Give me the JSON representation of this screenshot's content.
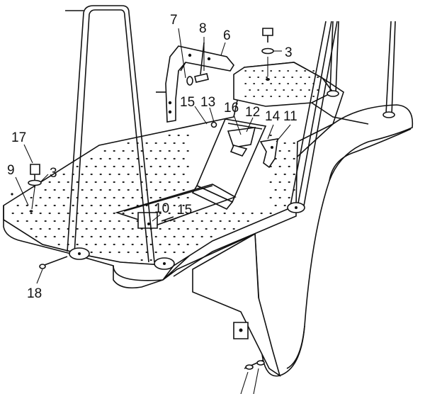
{
  "diagram": {
    "callouts": [
      {
        "id": "c7",
        "label": "7"
      },
      {
        "id": "c8",
        "label": "8"
      },
      {
        "id": "c6",
        "label": "6"
      },
      {
        "id": "c3a",
        "label": "3"
      },
      {
        "id": "c15a",
        "label": "15"
      },
      {
        "id": "c13",
        "label": "13"
      },
      {
        "id": "c16",
        "label": "16"
      },
      {
        "id": "c12",
        "label": "12"
      },
      {
        "id": "c14",
        "label": "14"
      },
      {
        "id": "c11",
        "label": "11"
      },
      {
        "id": "c17",
        "label": "17"
      },
      {
        "id": "c9",
        "label": "9"
      },
      {
        "id": "c3b",
        "label": "3"
      },
      {
        "id": "c10",
        "label": "10"
      },
      {
        "id": "c15b",
        "label": "15"
      },
      {
        "id": "c18",
        "label": "18"
      }
    ]
  }
}
